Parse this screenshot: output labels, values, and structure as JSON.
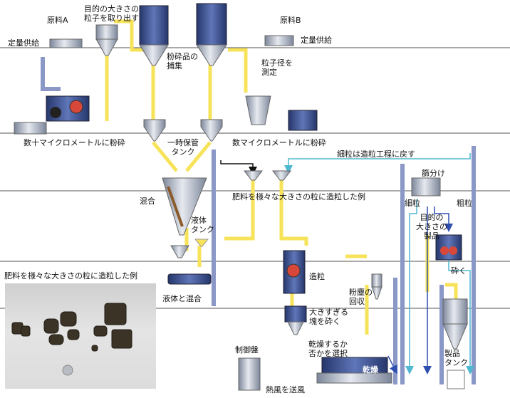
{
  "labels": {
    "raw_a": "原料A",
    "raw_b": "原料B",
    "feed_a": "定量供給",
    "feed_b": "定量供給",
    "extract_size": "目的の大きさの\n粒子を取り出す",
    "collect": "粉砕品の\n捕集",
    "measure": "粒子径を\n測定",
    "grind_tens": "数十マイクロメートルに粉砕",
    "grind_few": "数マイクロメートルに粉砕",
    "temp_tank": "一時保管\nタンク",
    "fines_return": "細粒は造粒工程に戻す",
    "granulate_example_top": "肥料を様々な大きさの粒に造粒した例",
    "mix": "混合",
    "sieve": "篩分け",
    "fine": "細粒",
    "coarse": "粗粒",
    "target_product": "目的の\n大きさの\n製品",
    "liquid_tank": "液体\nタンク",
    "granulate_example_photo": "肥料を様々な大きさの粒に造粒した例",
    "granulation": "造粒",
    "crush": "砕く",
    "liquid_mix": "液体と混合",
    "dust_recovery": "粉塵の\n回収",
    "crush_lumps": "大きすぎる\n塊を砕く",
    "dry_select": "乾燥するか\n否かを選択",
    "control_panel": "制御盤",
    "drying": "乾燥",
    "product_tank": "製品\nタンク",
    "hot_air": "熱風を送風"
  },
  "colors": {
    "pipe_yellow": "#f7e35a",
    "pipe_blue": "#8a97c7",
    "steel": "#9fa8b8",
    "equipment_blue": "#3a4f8f",
    "arrow_cyan": "#4fb8d0",
    "arrow_dark_blue": "#2f4fb0"
  }
}
